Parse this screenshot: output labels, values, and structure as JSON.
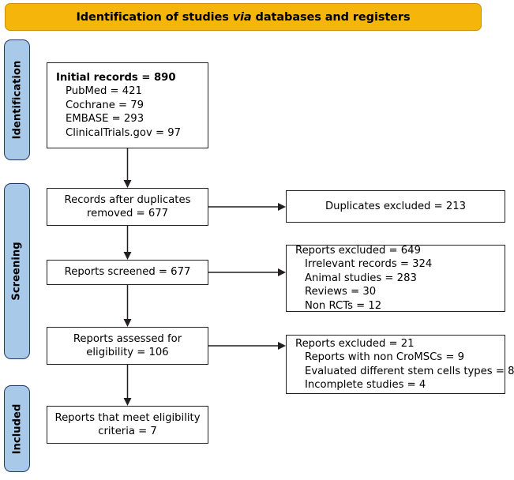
{
  "header": {
    "text_before": "Identification of studies ",
    "text_italic": "via",
    "text_after": " databases and registers",
    "full_text": "Identification of studies via databases and registers",
    "background_color": "#F5B50B"
  },
  "stages": [
    {
      "name": "identification",
      "label": "Identification"
    },
    {
      "name": "screening",
      "label": "Screening"
    },
    {
      "name": "included",
      "label": "Included"
    }
  ],
  "stage_style": {
    "fill_color": "#A9C9E8",
    "border_color": "#1F3864"
  },
  "flow": {
    "initial_records": {
      "title": "Initial records = 890",
      "items": [
        "PubMed = 421",
        "Cochrane = 79",
        "EMBASE = 293",
        "ClinicalTrials.gov = 97"
      ]
    },
    "after_duplicates": {
      "line1": "Records after duplicates",
      "line2": "removed = 677"
    },
    "reports_screened": {
      "line1": "Reports screened = 677"
    },
    "reports_assessed": {
      "line1": "Reports assessed for",
      "line2": "eligibility = 106"
    },
    "meets_criteria": {
      "line1": "Reports that meet eligibility",
      "line2": "criteria = 7"
    },
    "duplicates_excluded": {
      "line1": "Duplicates excluded = 213"
    },
    "reports_excluded_screening": {
      "title": "Reports excluded = 649",
      "items": [
        "Irrelevant records = 324",
        "Animal studies = 283",
        "Reviews = 30",
        "Non RCTs = 12"
      ]
    },
    "reports_excluded_eligibility": {
      "title": "Reports excluded = 21",
      "items": [
        "Reports with non CroMSCs = 9",
        "Evaluated different stem cells types = 8",
        "Incomplete studies = 4"
      ]
    }
  }
}
